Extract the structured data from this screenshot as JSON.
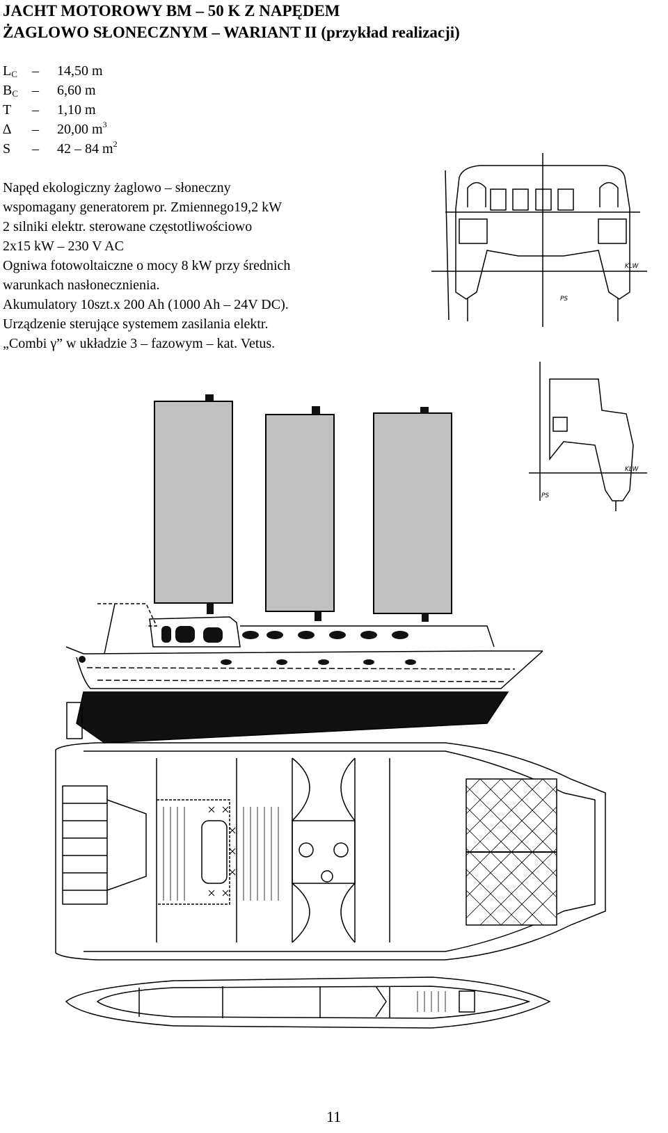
{
  "title": {
    "line1": "JACHT MOTOROWY BM – 50 K Z NAPĘDEM",
    "line2": "ŻAGLOWO SŁONECZNYM – WARIANT II (przykład realizacji)"
  },
  "specs": [
    {
      "symbol": "L",
      "sub": "C",
      "dash": "–",
      "value": "14,50 m",
      "sup": ""
    },
    {
      "symbol": "B",
      "sub": "C",
      "dash": "–",
      "value": "6,60 m",
      "sup": ""
    },
    {
      "symbol": "T",
      "sub": "",
      "dash": "–",
      "value": "1,10 m",
      "sup": ""
    },
    {
      "symbol": "∆",
      "sub": "",
      "dash": "–",
      "value": "20,00 m",
      "sup": "3"
    },
    {
      "symbol": "S",
      "sub": "",
      "dash": "–",
      "value": "42 – 84 m",
      "sup": "2"
    }
  ],
  "description": [
    "Napęd ekologiczny żaglowo – słoneczny",
    "wspomagany generatorem pr. Zmiennego19,2 kW",
    "2 silniki elektr. sterowane częstotliwościowo",
    "2x15 kW – 230 V AC",
    "Ogniwa fotowoltaiczne o mocy 8 kW przy średnich",
    "warunkach nasłonecznienia.",
    "Akumulatory 10szt.x 200 Ah (1000 Ah – 24V DC).",
    "Urządzenie sterujące systemem zasilania elektr.",
    "„Combi γ” w układzie 3 – fazowym – kat. Vetus."
  ],
  "drawing_labels": {
    "klw": "KLW",
    "ps": "PS"
  },
  "page_number": "11",
  "colors": {
    "sail_fill": "#c0c0c0",
    "line": "#000000",
    "hull_bottom": "#111111"
  }
}
